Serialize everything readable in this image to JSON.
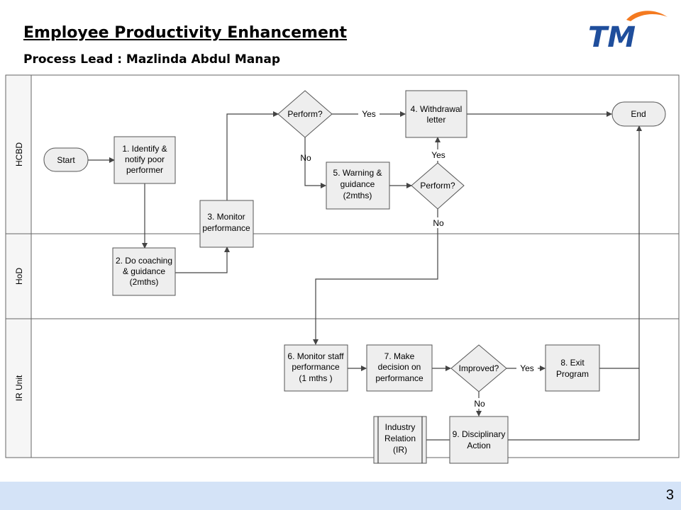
{
  "header": {
    "title": "Employee Productivity Enhancement",
    "subtitle": "Process Lead : Mazlinda Abdul Manap",
    "logo_text": "TM"
  },
  "colors": {
    "logo_blue": "#1f4e9c",
    "logo_orange": "#f47a20",
    "footer_bg": "#d4e3f7",
    "shape_fill": "#eeeeee"
  },
  "lanes": [
    {
      "label": "HCBD"
    },
    {
      "label": "HoD"
    },
    {
      "label": "IR Unit"
    }
  ],
  "nodes": {
    "start": [
      "Start"
    ],
    "end": [
      "End"
    ],
    "identify": [
      "1. Identify &",
      "notify poor",
      "performer"
    ],
    "coaching": [
      "2. Do coaching",
      "& guidance",
      "(2mths)"
    ],
    "monitor": [
      "3. Monitor",
      "performance"
    ],
    "perform1": [
      "Perform?"
    ],
    "withdrawal": [
      "4. Withdrawal",
      "letter"
    ],
    "warning": [
      "5. Warning &",
      "guidance",
      "(2mths)"
    ],
    "perform2": [
      "Perform?"
    ],
    "monitor_staff": [
      "6. Monitor staff",
      "performance",
      "(1 mths )"
    ],
    "decision": [
      "7. Make",
      "decision on",
      "performance"
    ],
    "improved": [
      "Improved?"
    ],
    "exit": [
      "8. Exit",
      "Program"
    ],
    "disciplinary": [
      "9. Disciplinary",
      "Action"
    ],
    "ir": [
      "Industry",
      "Relation",
      "(IR)"
    ]
  },
  "edge_labels": {
    "yes1": "Yes",
    "no1": "No",
    "yes2": "Yes",
    "no2": "No",
    "yes3": "Yes",
    "no3": "No"
  },
  "footer": {
    "page_number": "3"
  }
}
